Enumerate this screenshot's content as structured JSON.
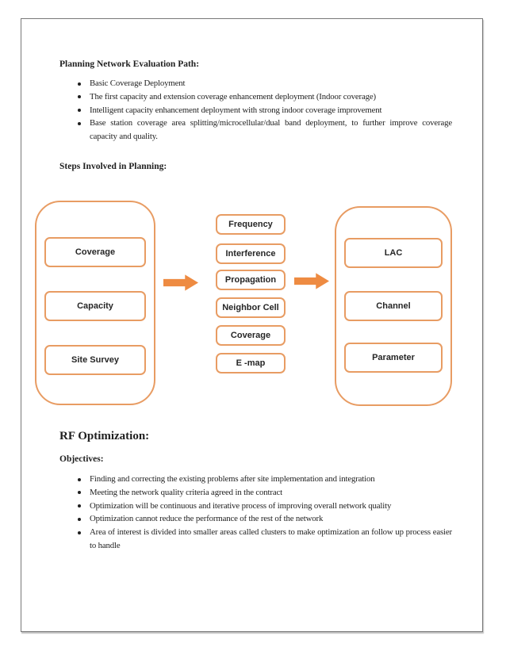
{
  "page": {
    "planning": {
      "heading": "Planning Network Evaluation Path:",
      "bullets": [
        "Basic Coverage Deployment",
        "The first capacity and extension coverage enhancement deployment (Indoor coverage)",
        "Intelligent capacity enhancement deployment with strong indoor coverage improvement",
        "Base station coverage area splitting/microcellular/dual band deployment, to further improve coverage capacity and quality."
      ]
    },
    "steps": {
      "heading": "Steps Involved in Planning:",
      "left_group": [
        "Coverage",
        "Capacity",
        "Site Survey"
      ],
      "middle_group": [
        "Frequency",
        "Interference",
        "Propagation",
        "Neighbor Cell",
        "Coverage",
        "E -map"
      ],
      "right_group": [
        "LAC",
        "Channel",
        "Parameter"
      ]
    },
    "rf": {
      "heading": "RF Optimization:",
      "subheading": "Objectives:",
      "bullets": [
        "Finding and correcting the existing problems after site implementation and integration",
        "Meeting the network quality criteria agreed in the contract",
        "Optimization will be continuous and iterative process of improving overall network quality",
        "Optimization cannot reduce the performance of the rest of the network",
        "Area of interest is divided into smaller areas called clusters to make optimization an follow up process easier to handle"
      ]
    },
    "colors": {
      "shape_border": "#e89c63",
      "arrow_fill": "#ee8b42",
      "page_border": "#787878",
      "text": "#1f1f1f"
    }
  }
}
